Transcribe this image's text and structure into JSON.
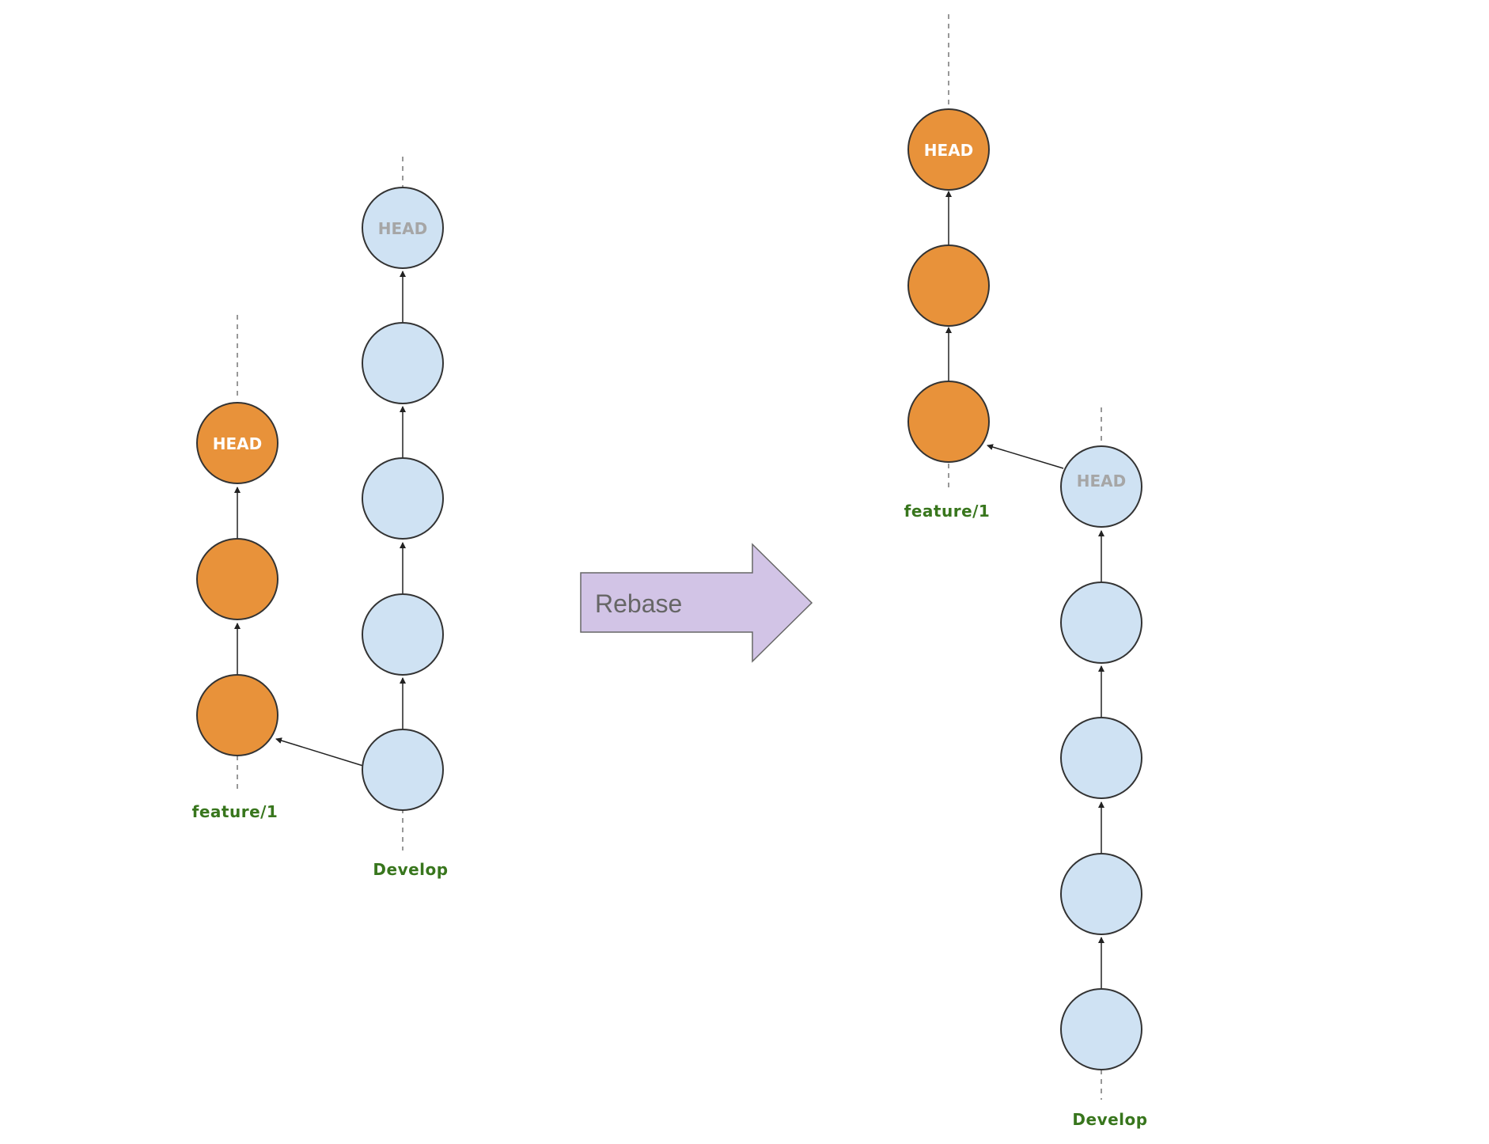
{
  "colors": {
    "feature_fill": "#E8923A",
    "develop_fill": "#CFE2F3",
    "node_stroke": "#333333",
    "branch_text": "#38761D",
    "head_text_feature": "#FFFFFF",
    "head_text_develop": "#A6A6A6",
    "arrow_fill": "#D2C4E6",
    "arrow_stroke": "#666666",
    "arrow_text": "#666666",
    "edge": "#222222",
    "dash": "#777777"
  },
  "before": {
    "feature": {
      "branch_label": "feature/1",
      "commits": [
        {
          "label": ""
        },
        {
          "label": ""
        },
        {
          "label": "HEAD"
        }
      ]
    },
    "develop": {
      "branch_label": "Develop",
      "commits": [
        {
          "label": ""
        },
        {
          "label": ""
        },
        {
          "label": ""
        },
        {
          "label": ""
        },
        {
          "label": "HEAD"
        }
      ]
    }
  },
  "action": {
    "label": "Rebase"
  },
  "after": {
    "feature": {
      "branch_label": "feature/1",
      "commits": [
        {
          "label": ""
        },
        {
          "label": ""
        },
        {
          "label": "HEAD"
        }
      ]
    },
    "develop": {
      "branch_label": "Develop",
      "commits": [
        {
          "label": ""
        },
        {
          "label": ""
        },
        {
          "label": ""
        },
        {
          "label": ""
        },
        {
          "label": "HEAD"
        }
      ]
    }
  }
}
